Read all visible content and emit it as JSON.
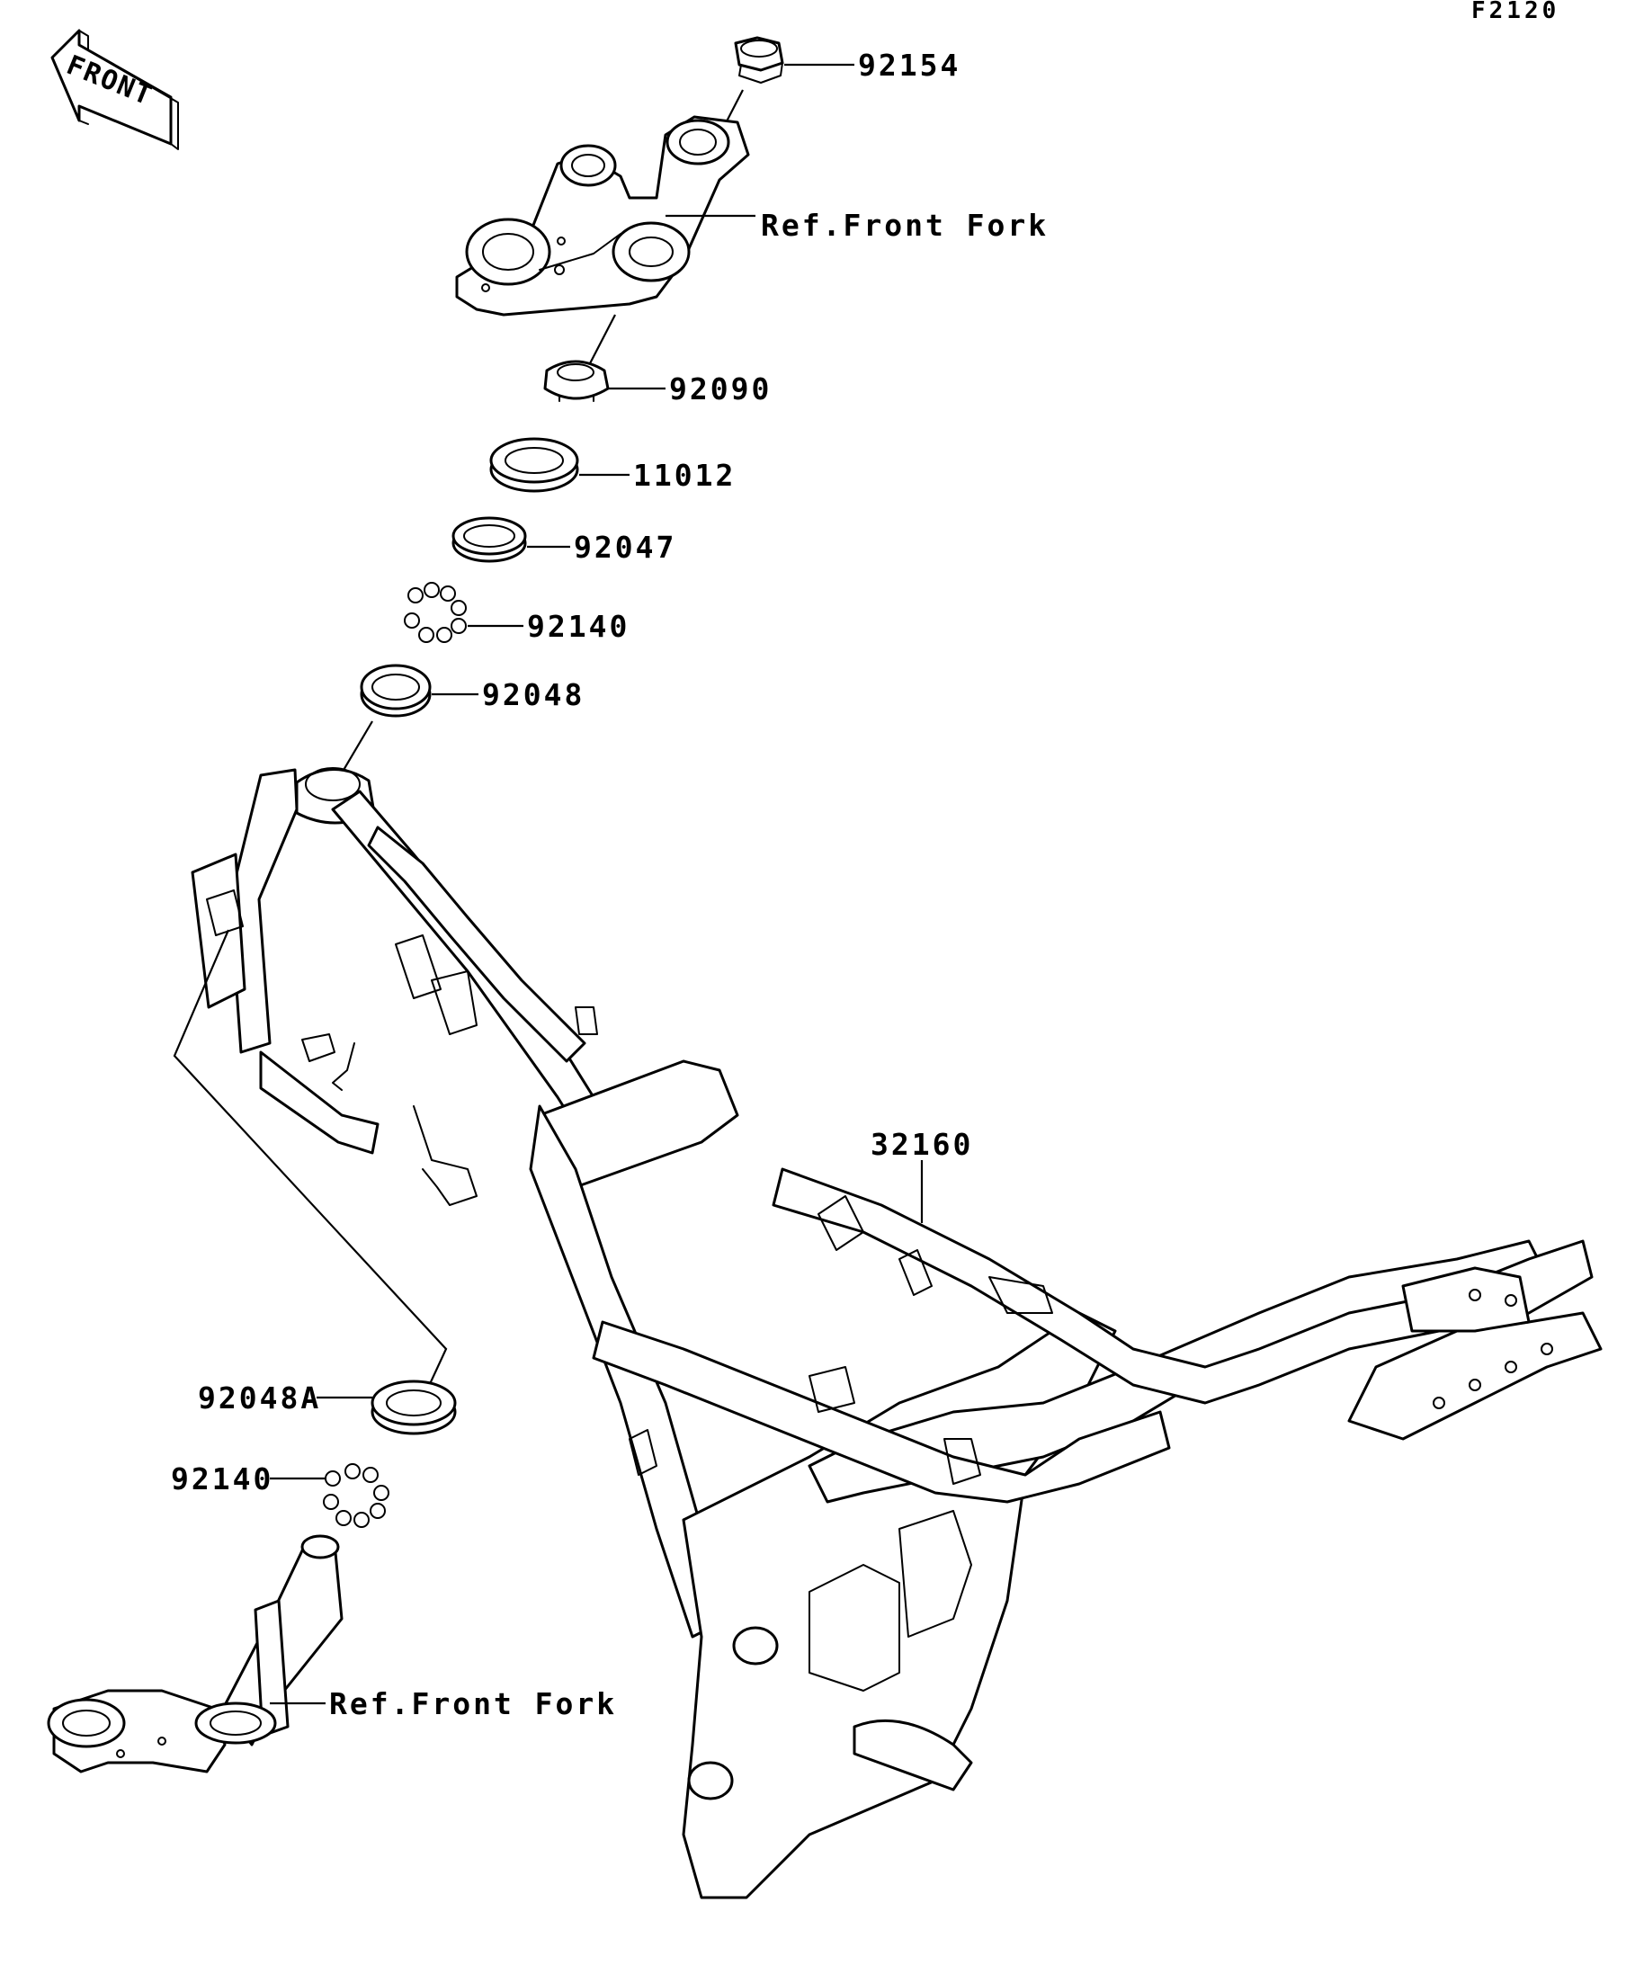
{
  "diagram_code": "F2120",
  "direction_label": "FRONT",
  "labels": {
    "p92154": "92154",
    "ref_fork_top": "Ref.Front Fork",
    "p92090": "92090",
    "p11012": "11012",
    "p92047": "92047",
    "p92140_top": "92140",
    "p92048": "92048",
    "p32160": "32160",
    "p92048A": "92048A",
    "p92140_bottom": "92140",
    "ref_fork_bottom": "Ref.Front Fork"
  }
}
